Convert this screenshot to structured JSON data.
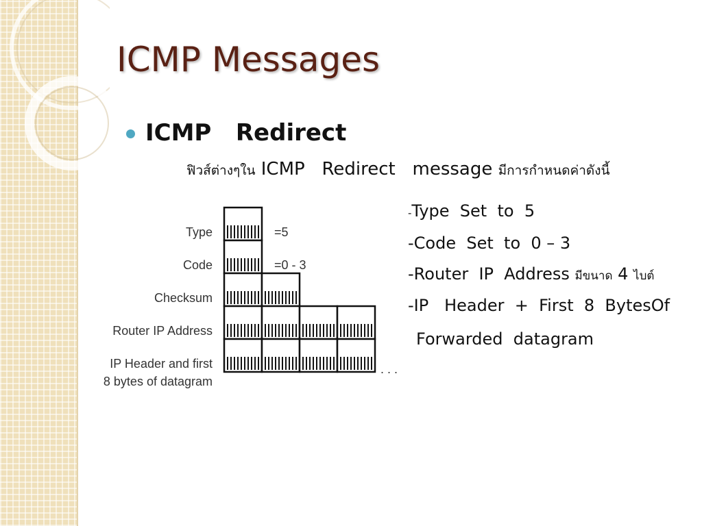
{
  "slide": {
    "title": "ICMP Messages",
    "bullet": "ICMP   Redirect",
    "subtitle_thai_1": "ฟิวส์ต่างๆใน",
    "subtitle_en": " ICMP   Redirect   message ",
    "subtitle_thai_2": "มีการกำหนดค่าดังนี้"
  },
  "diagram": {
    "labels": {
      "type": "Type",
      "code": "Code",
      "checksum": "Checksum",
      "router": "Router IP Address",
      "ipheader_1": "IP Header and first",
      "ipheader_2": "8 bytes of datagram"
    },
    "values": {
      "type": "=5",
      "code": "=0 - 3"
    },
    "ellipsis": ". . ."
  },
  "fields": {
    "type": {
      "dash": "-",
      "text": "Type  Set  to  5"
    },
    "code": "-Code  Set  to  0 – 3",
    "router_en": "-Router  IP  Address ",
    "router_thai_1": "มีขนาด",
    "router_num": " 4 ",
    "router_thai_2": "ไบต์",
    "ipheader": "-IP   Header  +  First  8  BytesOf",
    "forwarded": "Forwarded  datagram"
  }
}
